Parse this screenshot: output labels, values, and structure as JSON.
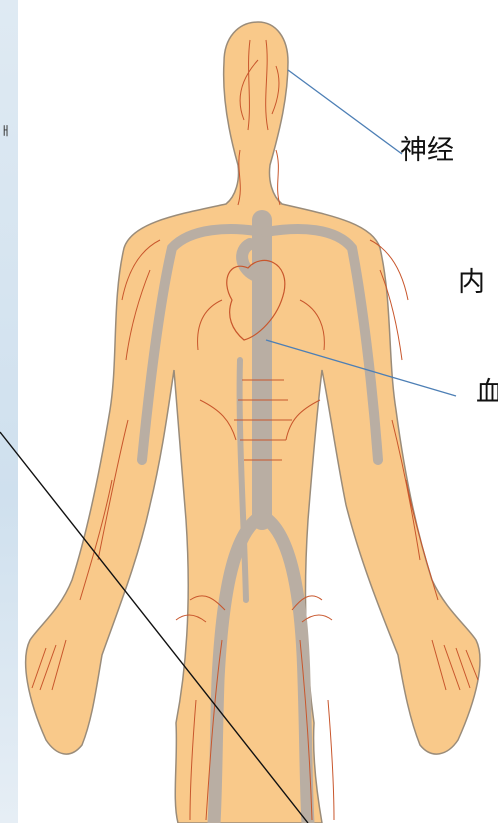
{
  "labels": {
    "nerve": "神经",
    "organ": "内",
    "vessel": "血"
  },
  "edge_mark": "ㅐ",
  "colors": {
    "skin": "#f9c98a",
    "outline": "#9a8c7a",
    "vessel_main": "#b9aea3",
    "capillary": "#c8562c",
    "pointer_blue": "#4d7fb5",
    "pointer_black": "#111111"
  }
}
